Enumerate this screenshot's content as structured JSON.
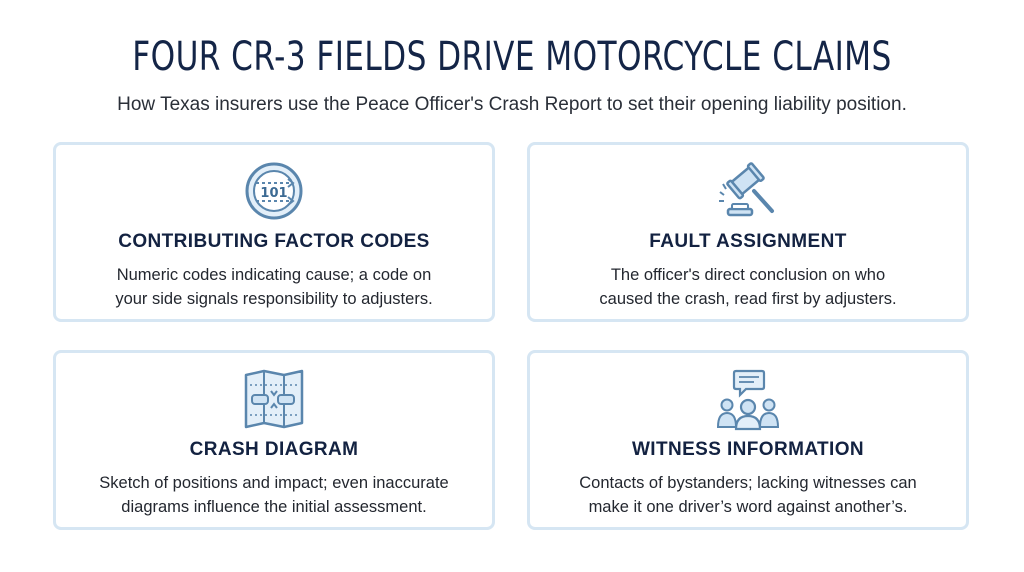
{
  "header": {
    "title": "FOUR CR-3 FIELDS DRIVE MOTORCYCLE CLAIMS",
    "subtitle": "How Texas insurers use the Peace Officer's Crash Report to set their opening liability position."
  },
  "colors": {
    "title": "#142547",
    "card_border": "#d6e6f3",
    "icon_stroke": "#5a86ad",
    "icon_fill": "#cfe3f4"
  },
  "cards": [
    {
      "icon": "code-clock-icon",
      "icon_text": "101",
      "title": "CONTRIBUTING FACTOR CODES",
      "line1": "Numeric codes indicating cause; a code on",
      "line2": "your side signals responsibility to adjusters."
    },
    {
      "icon": "gavel-icon",
      "title": "FAULT ASSIGNMENT",
      "line1": "The officer's direct conclusion on who",
      "line2": "caused the crash, read first by adjusters."
    },
    {
      "icon": "crash-map-icon",
      "title": "CRASH DIAGRAM",
      "line1": "Sketch of positions and impact; even inaccurate",
      "line2": "diagrams influence the initial assessment."
    },
    {
      "icon": "witness-group-icon",
      "title": "WITNESS INFORMATION",
      "line1": "Contacts of bystanders; lacking witnesses can",
      "line2": "make it one driver’s word against another’s."
    }
  ]
}
